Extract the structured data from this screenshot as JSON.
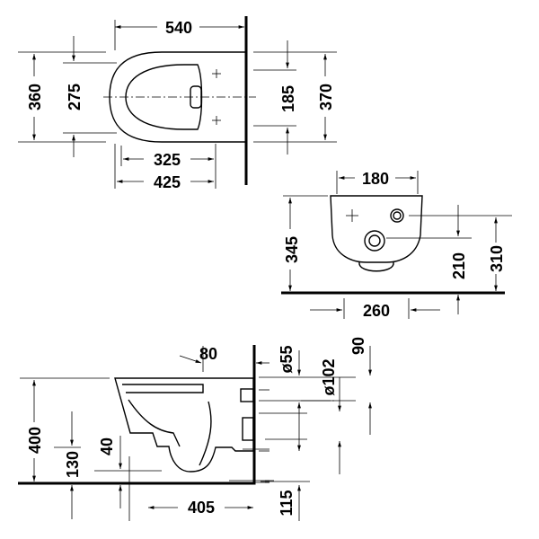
{
  "top_view": {
    "overall_length": "540",
    "overall_width": "360",
    "seat_width": "275",
    "fixing_distance": "185",
    "wall_width": "370",
    "bowl_length": "325",
    "projection": "425"
  },
  "front_view": {
    "fixing_width": "180",
    "height": "345",
    "fixing_height": "210",
    "top_height": "310",
    "base_width": "260"
  },
  "side_view": {
    "inlet_depth": "80",
    "inlet_diameter": "ø55",
    "inlet_offset": "90",
    "outlet_diameter": "ø102",
    "total_height": "400",
    "outlet_height": "130",
    "trap_clearance": "40",
    "projection": "405",
    "outlet_center": "115"
  }
}
